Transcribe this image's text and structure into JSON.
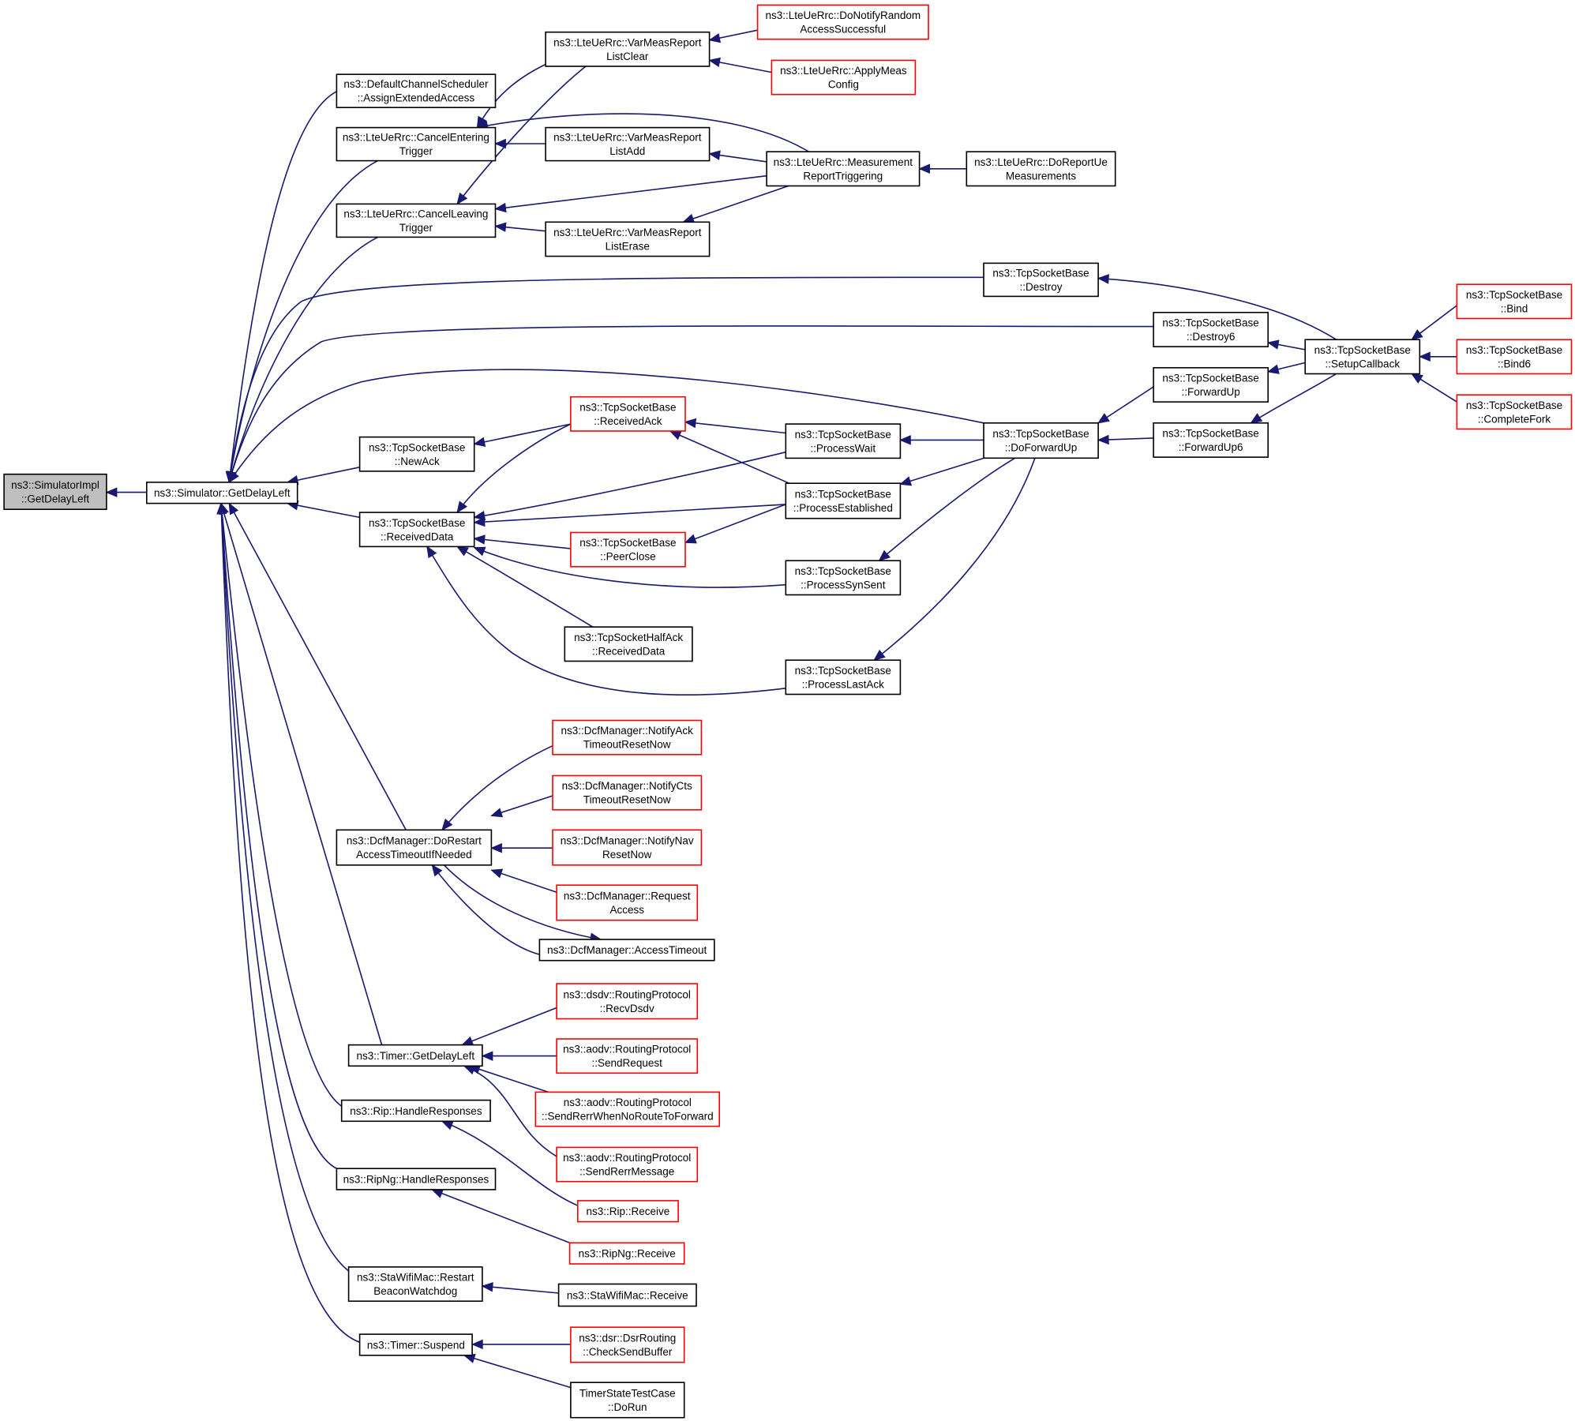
{
  "colors": {
    "edge": "#191970",
    "border_normal": "#000000",
    "border_truncated": "#ff0000",
    "fill_root": "#bfbfbf",
    "fill_normal": "#ffffff"
  },
  "nodes": [
    {
      "id": "n_root",
      "lines": [
        "ns3::SimulatorImpl",
        "::GetDelayLeft"
      ],
      "style": "root"
    },
    {
      "id": "n_sim",
      "lines": [
        "ns3::Simulator::GetDelayLeft"
      ],
      "style": "normal"
    },
    {
      "id": "n_dcs",
      "lines": [
        "ns3::DefaultChannelScheduler",
        "::AssignExtendedAccess"
      ],
      "style": "normal"
    },
    {
      "id": "n_cet",
      "lines": [
        "ns3::LteUeRrc::CancelEntering",
        "Trigger"
      ],
      "style": "normal"
    },
    {
      "id": "n_clt",
      "lines": [
        "ns3::LteUeRrc::CancelLeaving",
        "Trigger"
      ],
      "style": "normal"
    },
    {
      "id": "n_vmc",
      "lines": [
        "ns3::LteUeRrc::VarMeasReport",
        "ListClear"
      ],
      "style": "normal"
    },
    {
      "id": "n_vma",
      "lines": [
        "ns3::LteUeRrc::VarMeasReport",
        "ListAdd"
      ],
      "style": "normal"
    },
    {
      "id": "n_vme",
      "lines": [
        "ns3::LteUeRrc::VarMeasReport",
        "ListErase"
      ],
      "style": "normal"
    },
    {
      "id": "n_dnr",
      "lines": [
        "ns3::LteUeRrc::DoNotifyRandom",
        "AccessSuccessful"
      ],
      "style": "truncated"
    },
    {
      "id": "n_amc",
      "lines": [
        "ns3::LteUeRrc::ApplyMeas",
        "Config"
      ],
      "style": "truncated"
    },
    {
      "id": "n_mrt",
      "lines": [
        "ns3::LteUeRrc::Measurement",
        "ReportTriggering"
      ],
      "style": "normal"
    },
    {
      "id": "n_dru",
      "lines": [
        "ns3::LteUeRrc::DoReportUe",
        "Measurements"
      ],
      "style": "normal"
    },
    {
      "id": "n_des",
      "lines": [
        "ns3::TcpSocketBase",
        "::Destroy"
      ],
      "style": "normal"
    },
    {
      "id": "n_de6",
      "lines": [
        "ns3::TcpSocketBase",
        "::Destroy6"
      ],
      "style": "normal"
    },
    {
      "id": "n_scb",
      "lines": [
        "ns3::TcpSocketBase",
        "::SetupCallback"
      ],
      "style": "normal"
    },
    {
      "id": "n_bnd",
      "lines": [
        "ns3::TcpSocketBase",
        "::Bind"
      ],
      "style": "truncated"
    },
    {
      "id": "n_bn6",
      "lines": [
        "ns3::TcpSocketBase",
        "::Bind6"
      ],
      "style": "truncated"
    },
    {
      "id": "n_cfk",
      "lines": [
        "ns3::TcpSocketBase",
        "::CompleteFork"
      ],
      "style": "truncated"
    },
    {
      "id": "n_fup",
      "lines": [
        "ns3::TcpSocketBase",
        "::ForwardUp"
      ],
      "style": "normal"
    },
    {
      "id": "n_fu6",
      "lines": [
        "ns3::TcpSocketBase",
        "::ForwardUp6"
      ],
      "style": "normal"
    },
    {
      "id": "n_dfu",
      "lines": [
        "ns3::TcpSocketBase",
        "::DoForwardUp"
      ],
      "style": "normal"
    },
    {
      "id": "n_rak",
      "lines": [
        "ns3::TcpSocketBase",
        "::ReceivedAck"
      ],
      "style": "truncated"
    },
    {
      "id": "n_nak",
      "lines": [
        "ns3::TcpSocketBase",
        "::NewAck"
      ],
      "style": "normal"
    },
    {
      "id": "n_rdt",
      "lines": [
        "ns3::TcpSocketBase",
        "::ReceivedData"
      ],
      "style": "normal"
    },
    {
      "id": "n_pwt",
      "lines": [
        "ns3::TcpSocketBase",
        "::ProcessWait"
      ],
      "style": "normal"
    },
    {
      "id": "n_pes",
      "lines": [
        "ns3::TcpSocketBase",
        "::ProcessEstablished"
      ],
      "style": "normal"
    },
    {
      "id": "n_pcl",
      "lines": [
        "ns3::TcpSocketBase",
        "::PeerClose"
      ],
      "style": "truncated"
    },
    {
      "id": "n_pss",
      "lines": [
        "ns3::TcpSocketBase",
        "::ProcessSynSent"
      ],
      "style": "normal"
    },
    {
      "id": "n_hrd",
      "lines": [
        "ns3::TcpSocketHalfAck",
        "::ReceivedData"
      ],
      "style": "normal"
    },
    {
      "id": "n_pla",
      "lines": [
        "ns3::TcpSocketBase",
        "::ProcessLastAck"
      ],
      "style": "normal"
    },
    {
      "id": "n_nat",
      "lines": [
        "ns3::DcfManager::NotifyAck",
        "TimeoutResetNow"
      ],
      "style": "truncated"
    },
    {
      "id": "n_nct",
      "lines": [
        "ns3::DcfManager::NotifyCts",
        "TimeoutResetNow"
      ],
      "style": "truncated"
    },
    {
      "id": "n_nnr",
      "lines": [
        "ns3::DcfManager::NotifyNav",
        "ResetNow"
      ],
      "style": "truncated"
    },
    {
      "id": "n_req",
      "lines": [
        "ns3::DcfManager::Request",
        "Access"
      ],
      "style": "truncated"
    },
    {
      "id": "n_drs",
      "lines": [
        "ns3::DcfManager::DoRestart",
        "AccessTimeoutIfNeeded"
      ],
      "style": "normal"
    },
    {
      "id": "n_ato",
      "lines": [
        "ns3::DcfManager::AccessTimeout"
      ],
      "style": "normal"
    },
    {
      "id": "n_rvd",
      "lines": [
        "ns3::dsdv::RoutingProtocol",
        "::RecvDsdv"
      ],
      "style": "truncated"
    },
    {
      "id": "n_srq",
      "lines": [
        "ns3::aodv::RoutingProtocol",
        "::SendRequest"
      ],
      "style": "truncated"
    },
    {
      "id": "n_sre",
      "lines": [
        "ns3::aodv::RoutingProtocol",
        "::SendRerrWhenNoRouteToForward"
      ],
      "style": "truncated"
    },
    {
      "id": "n_srm",
      "lines": [
        "ns3::aodv::RoutingProtocol",
        "::SendRerrMessage"
      ],
      "style": "truncated"
    },
    {
      "id": "n_tgd",
      "lines": [
        "ns3::Timer::GetDelayLeft"
      ],
      "style": "normal"
    },
    {
      "id": "n_rhr",
      "lines": [
        "ns3::Rip::HandleResponses"
      ],
      "style": "normal"
    },
    {
      "id": "n_ngh",
      "lines": [
        "ns3::RipNg::HandleResponses"
      ],
      "style": "normal"
    },
    {
      "id": "n_rrc",
      "lines": [
        "ns3::Rip::Receive"
      ],
      "style": "truncated"
    },
    {
      "id": "n_ngr",
      "lines": [
        "ns3::RipNg::Receive"
      ],
      "style": "truncated"
    },
    {
      "id": "n_sbw",
      "lines": [
        "ns3::StaWifiMac::Restart",
        "BeaconWatchdog"
      ],
      "style": "normal"
    },
    {
      "id": "n_swr",
      "lines": [
        "ns3::StaWifiMac::Receive"
      ],
      "style": "normal"
    },
    {
      "id": "n_tsu",
      "lines": [
        "ns3::Timer::Suspend"
      ],
      "style": "normal"
    },
    {
      "id": "n_csb",
      "lines": [
        "ns3::dsr::DsrRouting",
        "::CheckSendBuffer"
      ],
      "style": "truncated"
    },
    {
      "id": "n_tdr",
      "lines": [
        "TimerStateTestCase",
        "::DoRun"
      ],
      "style": "normal"
    }
  ],
  "edges": [
    {
      "from": "n_sim",
      "to": "n_root"
    },
    {
      "from": "n_dcs",
      "to": "n_sim"
    },
    {
      "from": "n_cet",
      "to": "n_sim"
    },
    {
      "from": "n_clt",
      "to": "n_sim"
    },
    {
      "from": "n_des",
      "to": "n_sim"
    },
    {
      "from": "n_de6",
      "to": "n_sim"
    },
    {
      "from": "n_dfu",
      "to": "n_sim"
    },
    {
      "from": "n_nak",
      "to": "n_sim"
    },
    {
      "from": "n_rdt",
      "to": "n_sim"
    },
    {
      "from": "n_drs",
      "to": "n_sim"
    },
    {
      "from": "n_tgd",
      "to": "n_sim"
    },
    {
      "from": "n_rhr",
      "to": "n_sim"
    },
    {
      "from": "n_ngh",
      "to": "n_sim"
    },
    {
      "from": "n_sbw",
      "to": "n_sim"
    },
    {
      "from": "n_tsu",
      "to": "n_sim"
    },
    {
      "from": "n_vmc",
      "to": "n_cet"
    },
    {
      "from": "n_vma",
      "to": "n_cet"
    },
    {
      "from": "n_mrt",
      "to": "n_cet"
    },
    {
      "from": "n_vmc",
      "to": "n_clt"
    },
    {
      "from": "n_vme",
      "to": "n_clt"
    },
    {
      "from": "n_mrt",
      "to": "n_clt"
    },
    {
      "from": "n_dnr",
      "to": "n_vmc"
    },
    {
      "from": "n_amc",
      "to": "n_vmc"
    },
    {
      "from": "n_mrt",
      "to": "n_vma"
    },
    {
      "from": "n_mrt",
      "to": "n_vme"
    },
    {
      "from": "n_dru",
      "to": "n_mrt"
    },
    {
      "from": "n_scb",
      "to": "n_des"
    },
    {
      "from": "n_scb",
      "to": "n_de6"
    },
    {
      "from": "n_bnd",
      "to": "n_scb"
    },
    {
      "from": "n_bn6",
      "to": "n_scb"
    },
    {
      "from": "n_cfk",
      "to": "n_scb"
    },
    {
      "from": "n_scb",
      "to": "n_fup"
    },
    {
      "from": "n_scb",
      "to": "n_fu6"
    },
    {
      "from": "n_fup",
      "to": "n_dfu"
    },
    {
      "from": "n_fu6",
      "to": "n_dfu"
    },
    {
      "from": "n_dfu",
      "to": "n_pwt"
    },
    {
      "from": "n_dfu",
      "to": "n_pes"
    },
    {
      "from": "n_dfu",
      "to": "n_pss"
    },
    {
      "from": "n_dfu",
      "to": "n_pla"
    },
    {
      "from": "n_rak",
      "to": "n_nak"
    },
    {
      "from": "n_pwt",
      "to": "n_rak"
    },
    {
      "from": "n_pes",
      "to": "n_rak"
    },
    {
      "from": "n_rak",
      "to": "n_rdt"
    },
    {
      "from": "n_pwt",
      "to": "n_rdt"
    },
    {
      "from": "n_pes",
      "to": "n_rdt"
    },
    {
      "from": "n_pcl",
      "to": "n_rdt"
    },
    {
      "from": "n_pss",
      "to": "n_rdt"
    },
    {
      "from": "n_hrd",
      "to": "n_rdt"
    },
    {
      "from": "n_pla",
      "to": "n_rdt"
    },
    {
      "from": "n_pes",
      "to": "n_pcl"
    },
    {
      "from": "n_nat",
      "to": "n_drs"
    },
    {
      "from": "n_nct",
      "to": "n_drs"
    },
    {
      "from": "n_nnr",
      "to": "n_drs"
    },
    {
      "from": "n_req",
      "to": "n_drs"
    },
    {
      "from": "n_ato",
      "to": "n_drs"
    },
    {
      "from": "n_drs",
      "to": "n_ato"
    },
    {
      "from": "n_rvd",
      "to": "n_tgd"
    },
    {
      "from": "n_srq",
      "to": "n_tgd"
    },
    {
      "from": "n_sre",
      "to": "n_tgd"
    },
    {
      "from": "n_srm",
      "to": "n_tgd"
    },
    {
      "from": "n_rrc",
      "to": "n_rhr"
    },
    {
      "from": "n_ngr",
      "to": "n_ngh"
    },
    {
      "from": "n_swr",
      "to": "n_sbw"
    },
    {
      "from": "n_csb",
      "to": "n_tsu"
    },
    {
      "from": "n_tdr",
      "to": "n_tsu"
    }
  ]
}
